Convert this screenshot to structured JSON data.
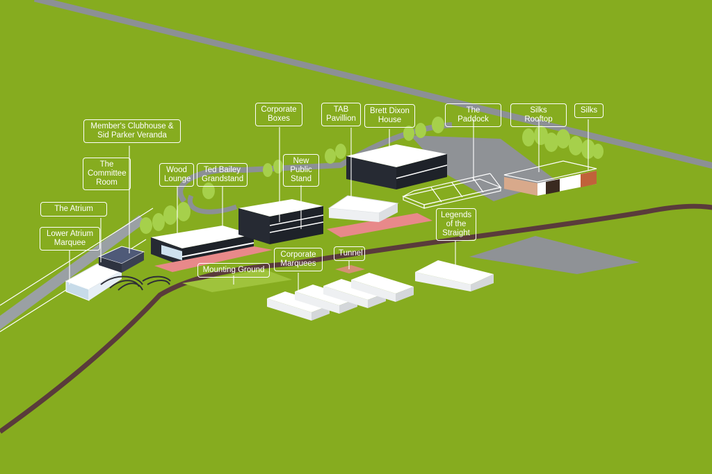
{
  "map": {
    "colors": {
      "grass": "#86ac1f",
      "road": "#8c9095",
      "track": "#5a3b3b",
      "building_dark": "#262a33",
      "building_white": "#ffffff",
      "awning": "#e8898a",
      "tree": "#a6d04b"
    },
    "labels": [
      {
        "id": "members-clubhouse",
        "text": "Member's Clubhouse &\nSid Parker Veranda"
      },
      {
        "id": "committee-room",
        "text": "The\nCommittee\nRoom"
      },
      {
        "id": "the-atrium",
        "text": "The Atrium"
      },
      {
        "id": "lower-atrium-marquee",
        "text": "Lower Atrium\nMarquee"
      },
      {
        "id": "wood-lounge",
        "text": "Wood\nLounge"
      },
      {
        "id": "ted-bailey-grandstand",
        "text": "Ted Bailey\nGrandstand"
      },
      {
        "id": "corporate-boxes",
        "text": "Corporate\nBoxes"
      },
      {
        "id": "new-public-stand",
        "text": "New\nPublic\nStand"
      },
      {
        "id": "tab-pavillion",
        "text": "TAB\nPavillion"
      },
      {
        "id": "brett-dixon-house",
        "text": "Brett Dixon\nHouse"
      },
      {
        "id": "the-paddock",
        "text": "The Paddock"
      },
      {
        "id": "silks-rooftop",
        "text": "Silks Rooftop"
      },
      {
        "id": "silks",
        "text": "Silks"
      },
      {
        "id": "legends-of-the-straight",
        "text": "Legends\nof the\nStraight"
      },
      {
        "id": "mounting-ground",
        "text": "Mounting Ground"
      },
      {
        "id": "corporate-marquees",
        "text": "Corporate\nMarquees"
      },
      {
        "id": "tunnel",
        "text": "Tunnel"
      }
    ]
  }
}
